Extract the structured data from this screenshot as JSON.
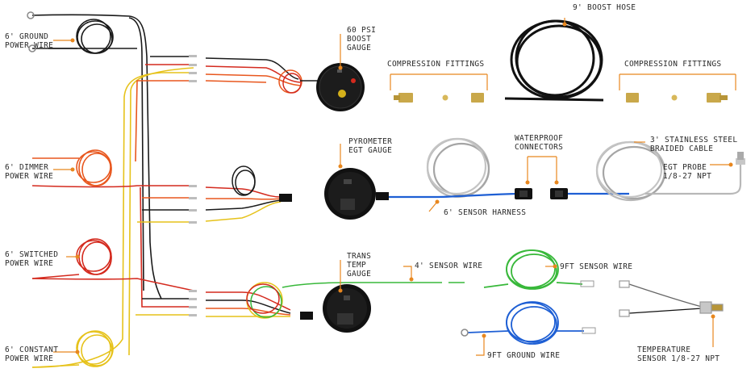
{
  "labels": {
    "ground_power": [
      "6' GROUND",
      "POWER WIRE"
    ],
    "dimmer_power": [
      "6' DIMMER",
      "POWER WIRE"
    ],
    "switched_power": [
      "6' SWITCHED",
      "POWER WIRE"
    ],
    "constant_power": [
      "6' CONSTANT",
      "POWER WIRE"
    ],
    "boost_gauge": [
      "60 PSI",
      "BOOST",
      "GAUGE"
    ],
    "compression_left": "COMPRESSION FITTINGS",
    "boost_hose": "9' BOOST HOSE",
    "compression_right": "COMPRESSION FITTINGS",
    "pyrometer": [
      "PYROMETER",
      "EGT GAUGE"
    ],
    "waterproof": [
      "WATERPROOF",
      "CONNECTORS"
    ],
    "stainless_cable": [
      "3' STAINLESS STEEL",
      "BRAIDED CABLE"
    ],
    "egt_probe": [
      "EGT PROBE",
      "1/8-27 NPT"
    ],
    "sensor_harness": "6' SENSOR HARNESS",
    "trans_temp": [
      "TRANS",
      "TEMP",
      "GAUGE"
    ],
    "sensor_wire_4": "4' SENSOR WIRE",
    "sensor_wire_9": "9FT SENSOR WIRE",
    "ground_wire_9": "9FT GROUND WIRE",
    "temp_sensor": [
      "TEMPERATURE",
      "SENSOR 1/8-27 NPT"
    ]
  },
  "colors": {
    "accent": "#e8871e",
    "black_wire": "#1a1a1a",
    "red_wire": "#d42a1e",
    "orange_wire": "#e8571e",
    "yellow_wire": "#e6c21a",
    "green_wire": "#38b83a",
    "blue_wire": "#1e5fd4",
    "braided": "#b8b8b8"
  }
}
